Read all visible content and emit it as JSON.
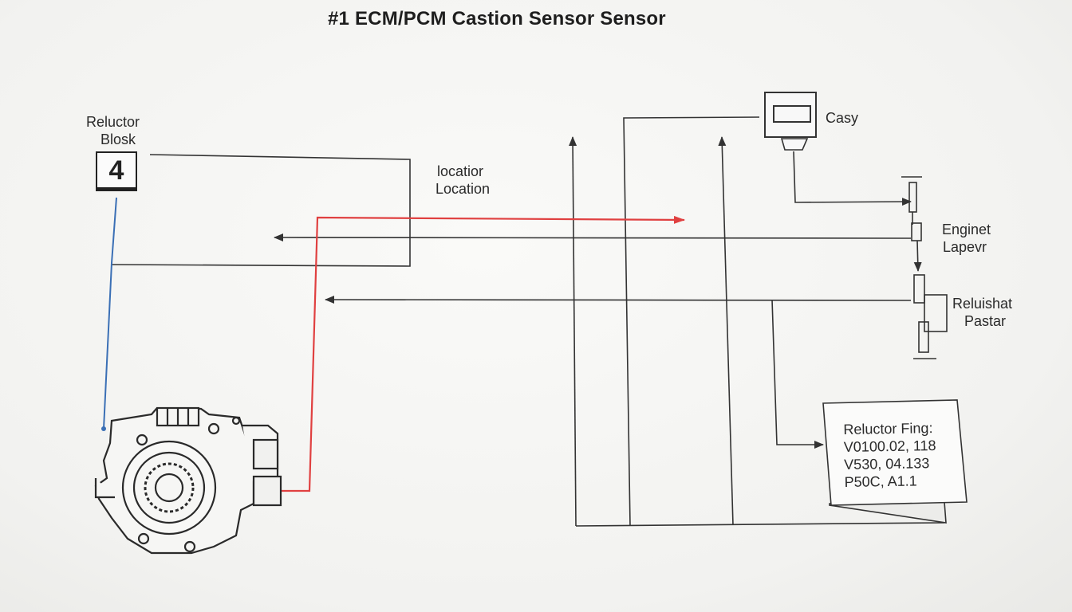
{
  "diagram": {
    "title": "#1 ECM/PCM Castion Sensor Sensor",
    "reluctor_block": {
      "label_line1": "Reluctor",
      "label_line2": "Blosk",
      "number": "4"
    },
    "location_label": {
      "line1": "locatior",
      "line2": "Location"
    },
    "casy_label": "Casy",
    "engine_label": {
      "line1": "Enginet",
      "line2": "Lapevr"
    },
    "reluishat_label": {
      "line1": "Reluishat",
      "line2": "Pastar"
    },
    "reluctor_fing": {
      "heading": "Reluctor Fing:",
      "lines": [
        "V0100.02, 118",
        "V530, 04.133",
        "P50C, A1.1"
      ]
    },
    "colors": {
      "signal_wire": "#e04040",
      "ground_wire": "#3a6fb5",
      "line": "#333333"
    }
  }
}
